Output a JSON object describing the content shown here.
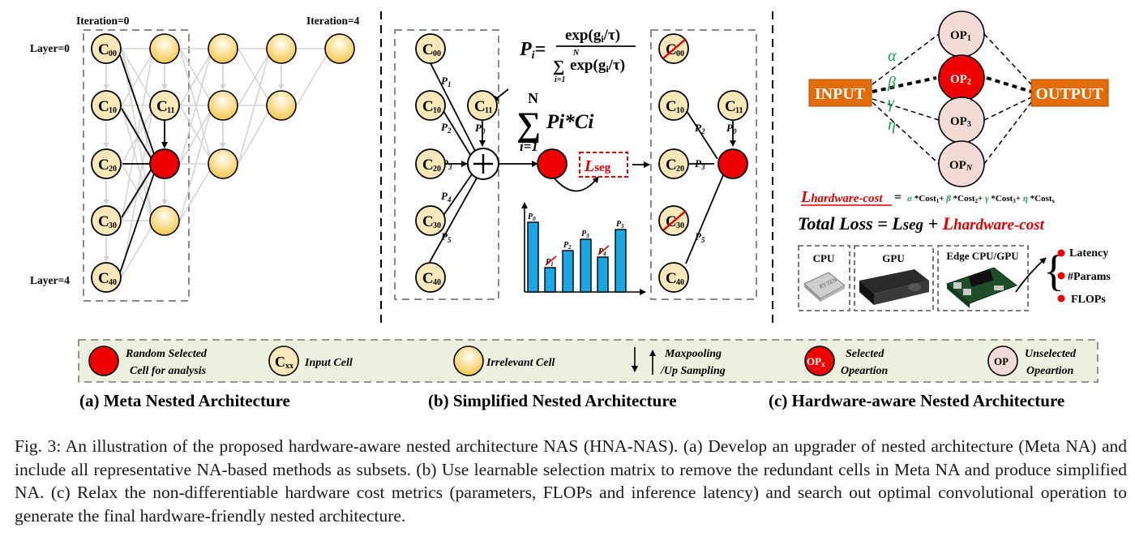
{
  "colors": {
    "cell_fill": "#fbe8b8",
    "irrelevant_top": "#fffdf2",
    "irrelevant_bottom": "#f7c64a",
    "selected_red": "#ee0000",
    "orange_box": "#e36c0a",
    "unselected_fill": "#f3dcd6",
    "bar_blue": "#1aa6e4",
    "green_greek": "#19a24a",
    "legend_bg": "#ebf0df",
    "dash_border": "#8a8a8a"
  },
  "panel_a": {
    "iter_start": "Iteration=0",
    "iter_end": "Iteration=4",
    "layer_top": "Layer=0",
    "layer_bottom": "Layer=4",
    "cells": [
      "C00",
      "C10",
      "C20",
      "C30",
      "C40",
      "C11"
    ],
    "caption": "(a) Meta Nested Architecture"
  },
  "panel_b": {
    "cells": [
      "C00",
      "C10",
      "C20",
      "C30",
      "C40",
      "C11"
    ],
    "p_labels": [
      "P1",
      "P2",
      "P3",
      "P4",
      "P5",
      "P0"
    ],
    "formula_lhs": "Pi",
    "formula_num": "exp(gi/τ)",
    "formula_den": "exp(gi/τ)",
    "sum_upper": "N",
    "sum_lower": "i=1",
    "sum_expr": "Pi*Ci",
    "seg_loss": "Lseg",
    "bars": [
      "P0",
      "P1",
      "P2",
      "P3",
      "P4",
      "P5"
    ],
    "right_cells": [
      "C00",
      "C10",
      "C20",
      "C30",
      "C40",
      "C11"
    ],
    "right_p_labels": [
      "P2",
      "P3",
      "P5",
      "P0"
    ],
    "caption": "(b) Simplified Nested Architecture"
  },
  "panel_c": {
    "input": "INPUT",
    "output": "OUTPUT",
    "ops": [
      "OP1",
      "OP2",
      "OP3",
      "OPN"
    ],
    "greek": [
      "α",
      "β",
      "γ",
      "η"
    ],
    "hw_loss_label": "Lhardware-cost",
    "hw_loss_terms": [
      "α*Cost1+",
      "β*Cost2+",
      "γ*Cost3+",
      "η*Costx"
    ],
    "total_loss_prefix": "Total Loss = ",
    "total_loss_seg": "Lseg",
    "total_loss_plus": " + ",
    "total_loss_hw": "Lhardware-cost",
    "devices": [
      "CPU",
      "GPU",
      "Edge CPU/GPU"
    ],
    "metrics": [
      "Latency",
      "#Params",
      "FLOPs"
    ],
    "caption": "(c) Hardware-aware Nested Architecture"
  },
  "legend": {
    "random_cell": "Random Selected Cell for analysis",
    "input_cell_symbol": "Cxx",
    "input_cell": "Input Cell",
    "irrelevant_cell": "Irrelevant Cell",
    "updown": "Maxpooling /Up Sampling",
    "selected_symbol": "OPx",
    "selected": "Selected Opeartion",
    "unselected_symbol": "OP",
    "unselected": "Unselected Opeartion"
  },
  "figure_caption": "Fig. 3: An illustration of the proposed hardware-aware nested architecture NAS (HNA-NAS). (a) Develop an upgrader of nested architecture (Meta NA) and include all representative NA-based methods as subsets. (b) Use learnable selection matrix to remove the redundant cells in Meta NA and produce simplified NA. (c) Relax the non-differentiable hardware cost metrics (parameters, FLOPs and inference latency) and search out optimal convolutional operation to generate the final hardware-friendly nested architecture."
}
